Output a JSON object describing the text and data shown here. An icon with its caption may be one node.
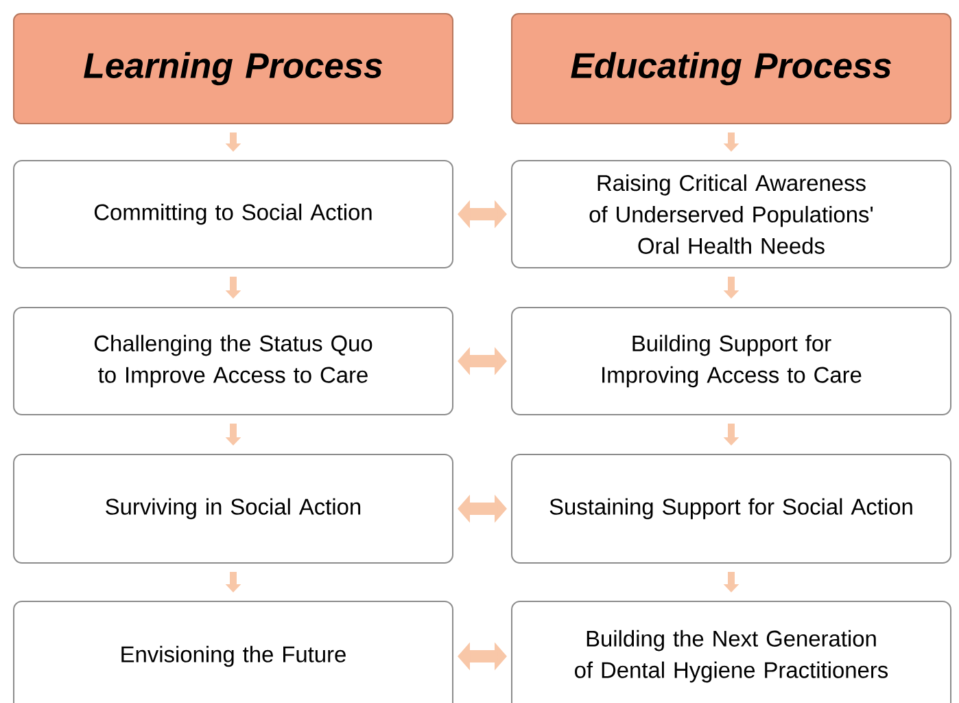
{
  "diagram": {
    "nodes": [
      {
        "text": [
          "Learning Process"
        ]
      },
      {
        "text": [
          "Educating Process"
        ]
      },
      {
        "text": [
          "Committing to Social Action"
        ]
      },
      {
        "text": [
          "Raising Critical Awareness of Underserved Populations' Oral Health Needs"
        ]
      },
      {
        "text": [
          "Challenging the Status Quo to Improve Access to Care"
        ]
      },
      {
        "text": [
          "Building Support for Improving Access to Care"
        ]
      },
      {
        "text": [
          "Surviving in Social Action"
        ]
      },
      {
        "text": [
          "Sustaining Support for Social Action"
        ]
      },
      {
        "text": [
          "Envisioning the Future"
        ]
      },
      {
        "text": [
          "Building the Next Generation of Dental Hygiene Practitioners"
        ]
      }
    ],
    "edges": [
      {
        "from": 0,
        "to": 2,
        "arrow": "to"
      },
      {
        "from": 1,
        "to": 3,
        "arrow": "to"
      },
      {
        "from": 2,
        "to": 3,
        "arrow": "both",
        "style": "thick"
      },
      {
        "from": 2,
        "to": 4,
        "arrow": "to"
      },
      {
        "from": 3,
        "to": 5,
        "arrow": "to"
      },
      {
        "from": 4,
        "to": 5,
        "arrow": "both",
        "style": "thick"
      },
      {
        "from": 4,
        "to": 6,
        "arrow": "to"
      },
      {
        "from": 5,
        "to": 7,
        "arrow": "to"
      },
      {
        "from": 6,
        "to": 7,
        "arrow": "both",
        "style": "thick"
      },
      {
        "from": 6,
        "to": 8,
        "arrow": "to"
      },
      {
        "from": 7,
        "to": 9,
        "arrow": "to"
      },
      {
        "from": 8,
        "to": 9,
        "arrow": "both",
        "style": "thick"
      }
    ]
  }
}
